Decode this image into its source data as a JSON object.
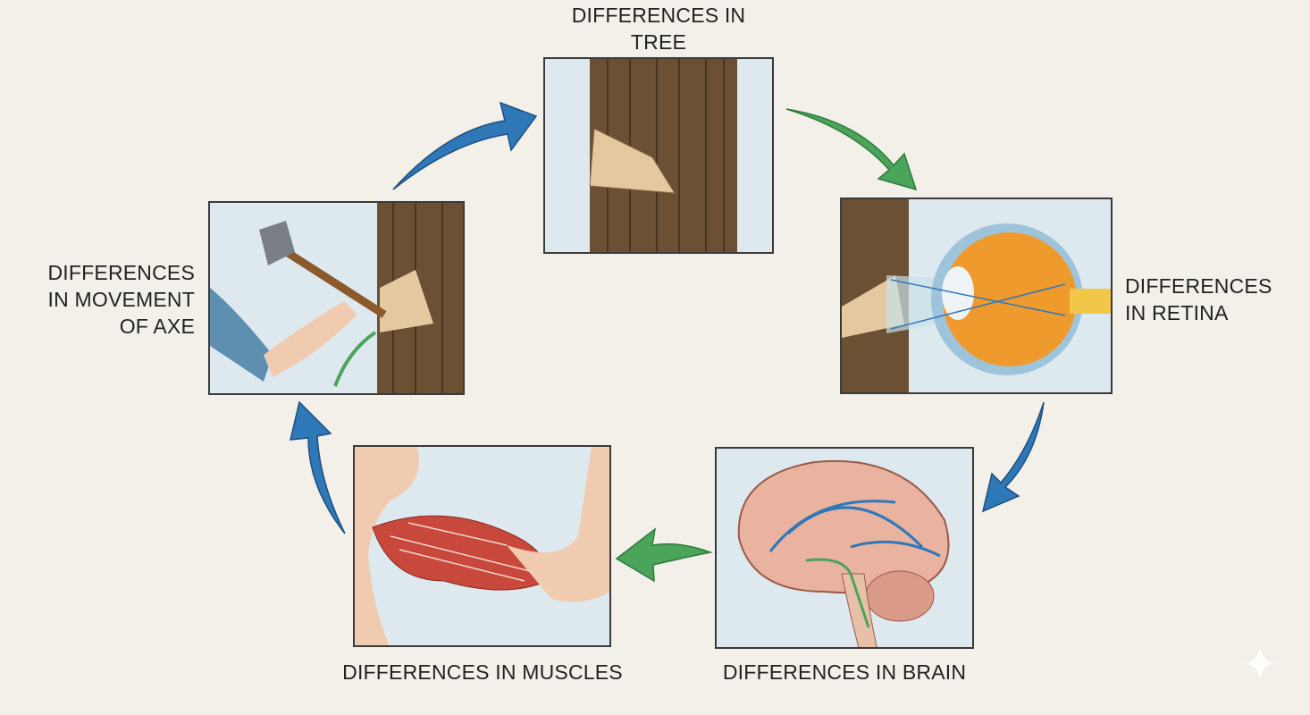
{
  "title": "Cycle of differences from axe to brain",
  "stages": {
    "tree": {
      "label": "DIFFERENCES IN TREE"
    },
    "retina": {
      "label_line1": "DIFFERENCES",
      "label_line2": "IN RETINA"
    },
    "brain": {
      "label": "DIFFERENCES IN BRAIN"
    },
    "muscles": {
      "label": "DIFFERENCES IN MUSCLES"
    },
    "axe": {
      "label_line1": "DIFFERENCES",
      "label_line2": "IN MOVEMENT",
      "label_line3": "OF AXE"
    }
  },
  "colors": {
    "blue_arrow": "#2f78b8",
    "green_arrow": "#4aa45a",
    "background": "#f2f0e9",
    "panel_bg": "#dde9ef",
    "bark": "#6b5034"
  }
}
